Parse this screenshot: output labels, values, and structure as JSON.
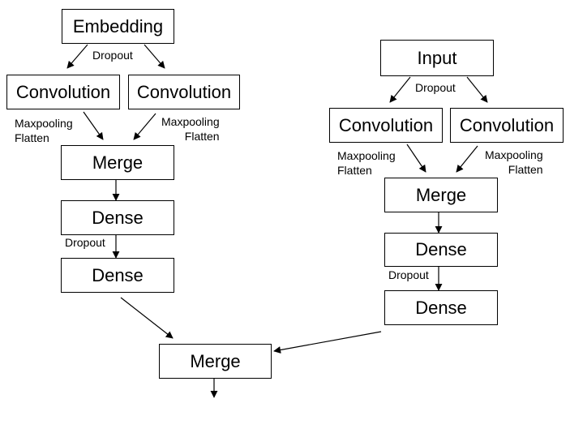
{
  "left_branch": {
    "embedding": "Embedding",
    "dropout_top": "Dropout",
    "conv_a": "Convolution",
    "conv_b": "Convolution",
    "pool_a": [
      "Maxpooling",
      "Flatten"
    ],
    "pool_b": [
      "Maxpooling",
      "Flatten"
    ],
    "merge": "Merge",
    "dense_1": "Dense",
    "dropout_mid": "Dropout",
    "dense_2": "Dense"
  },
  "right_branch": {
    "input": "Input",
    "dropout_top": "Dropout",
    "conv_a": "Convolution",
    "conv_b": "Convolution",
    "pool_a": [
      "Maxpooling",
      "Flatten"
    ],
    "pool_b": [
      "Maxpooling",
      "Flatten"
    ],
    "merge": "Merge",
    "dense_1": "Dense",
    "dropout_mid": "Dropout",
    "dense_2": "Dense"
  },
  "final": {
    "merge": "Merge"
  }
}
